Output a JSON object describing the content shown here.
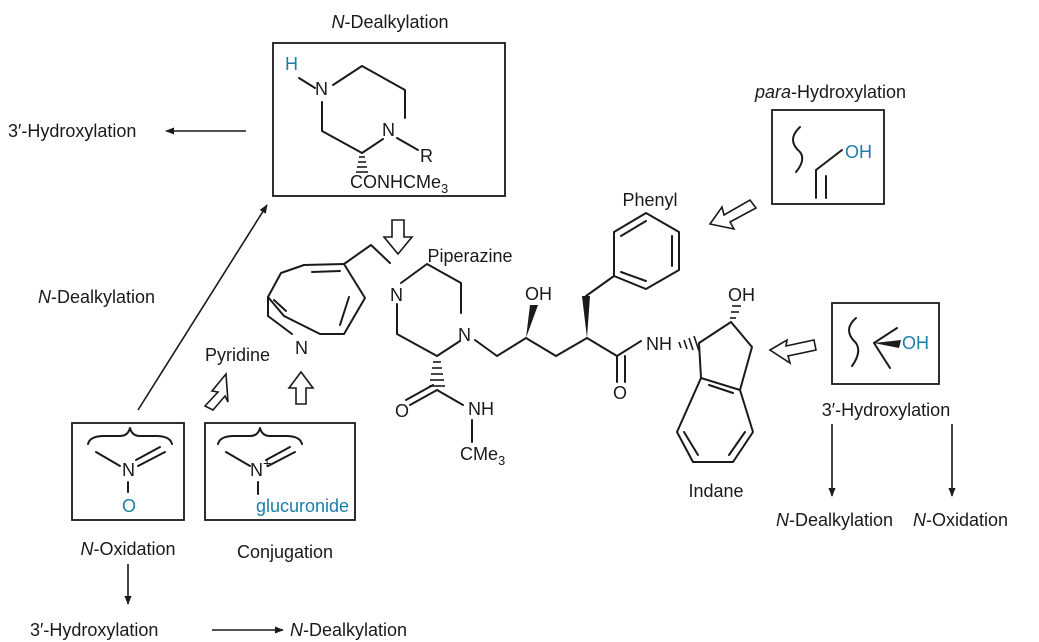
{
  "labels": {
    "n_dealk_top_title_prefix": "N",
    "n_dealk_top_title_rest": "-Dealkylation",
    "hydroxylation_3_left": "3′-Hydroxylation",
    "para_hydroxylation_prefix": "para",
    "para_hydroxylation_rest": "-Hydroxylation",
    "phenyl": "Phenyl",
    "piperazine": "Piperazine",
    "n_dealk_left_prefix": "N",
    "n_dealk_left_rest": "-Dealkylation",
    "pyridine": "Pyridine",
    "indane": "Indane",
    "hydroxylation_3_right": "3′-Hydroxylation",
    "n_dealk_right_prefix": "N",
    "n_dealk_right_rest": "-Dealkylation",
    "n_oxid_right_prefix": "N",
    "n_oxid_right_rest": "-Oxidation",
    "n_oxid_left_prefix": "N",
    "n_oxid_left_rest": "-Oxidation",
    "conjugation": "Conjugation",
    "hydroxylation_3_bottom": "3′-Hydroxylation",
    "n_dealk_bottom_prefix": "N",
    "n_dealk_bottom_rest": "-Dealkylation"
  },
  "atoms": {
    "N": "N",
    "H": "H",
    "R": "R",
    "O": "O",
    "OH": "OH",
    "NH": "NH",
    "CONHCMe": "CONHCMe",
    "CMe": "CMe",
    "sub3": "3",
    "Nplus": "N",
    "plus": "+",
    "glucuronide": "glucuronide"
  },
  "colors": {
    "highlight": "#1a7fa8",
    "ink": "#1a1a1a"
  }
}
